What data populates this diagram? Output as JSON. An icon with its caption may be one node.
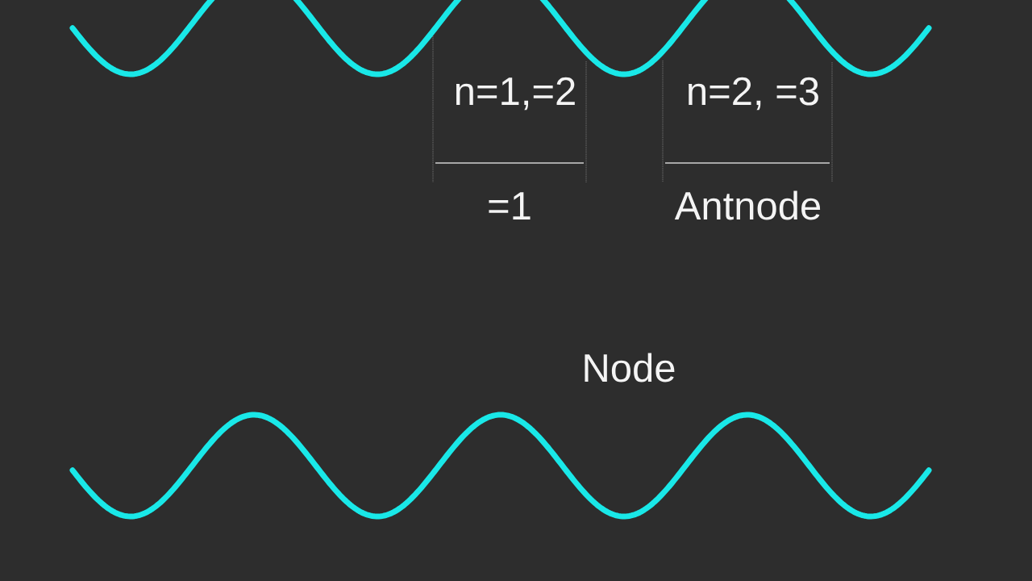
{
  "diagram": {
    "labels": [
      "n=1,=2",
      "n=2, =3",
      "=1",
      "Antnode",
      "Node"
    ]
  }
}
